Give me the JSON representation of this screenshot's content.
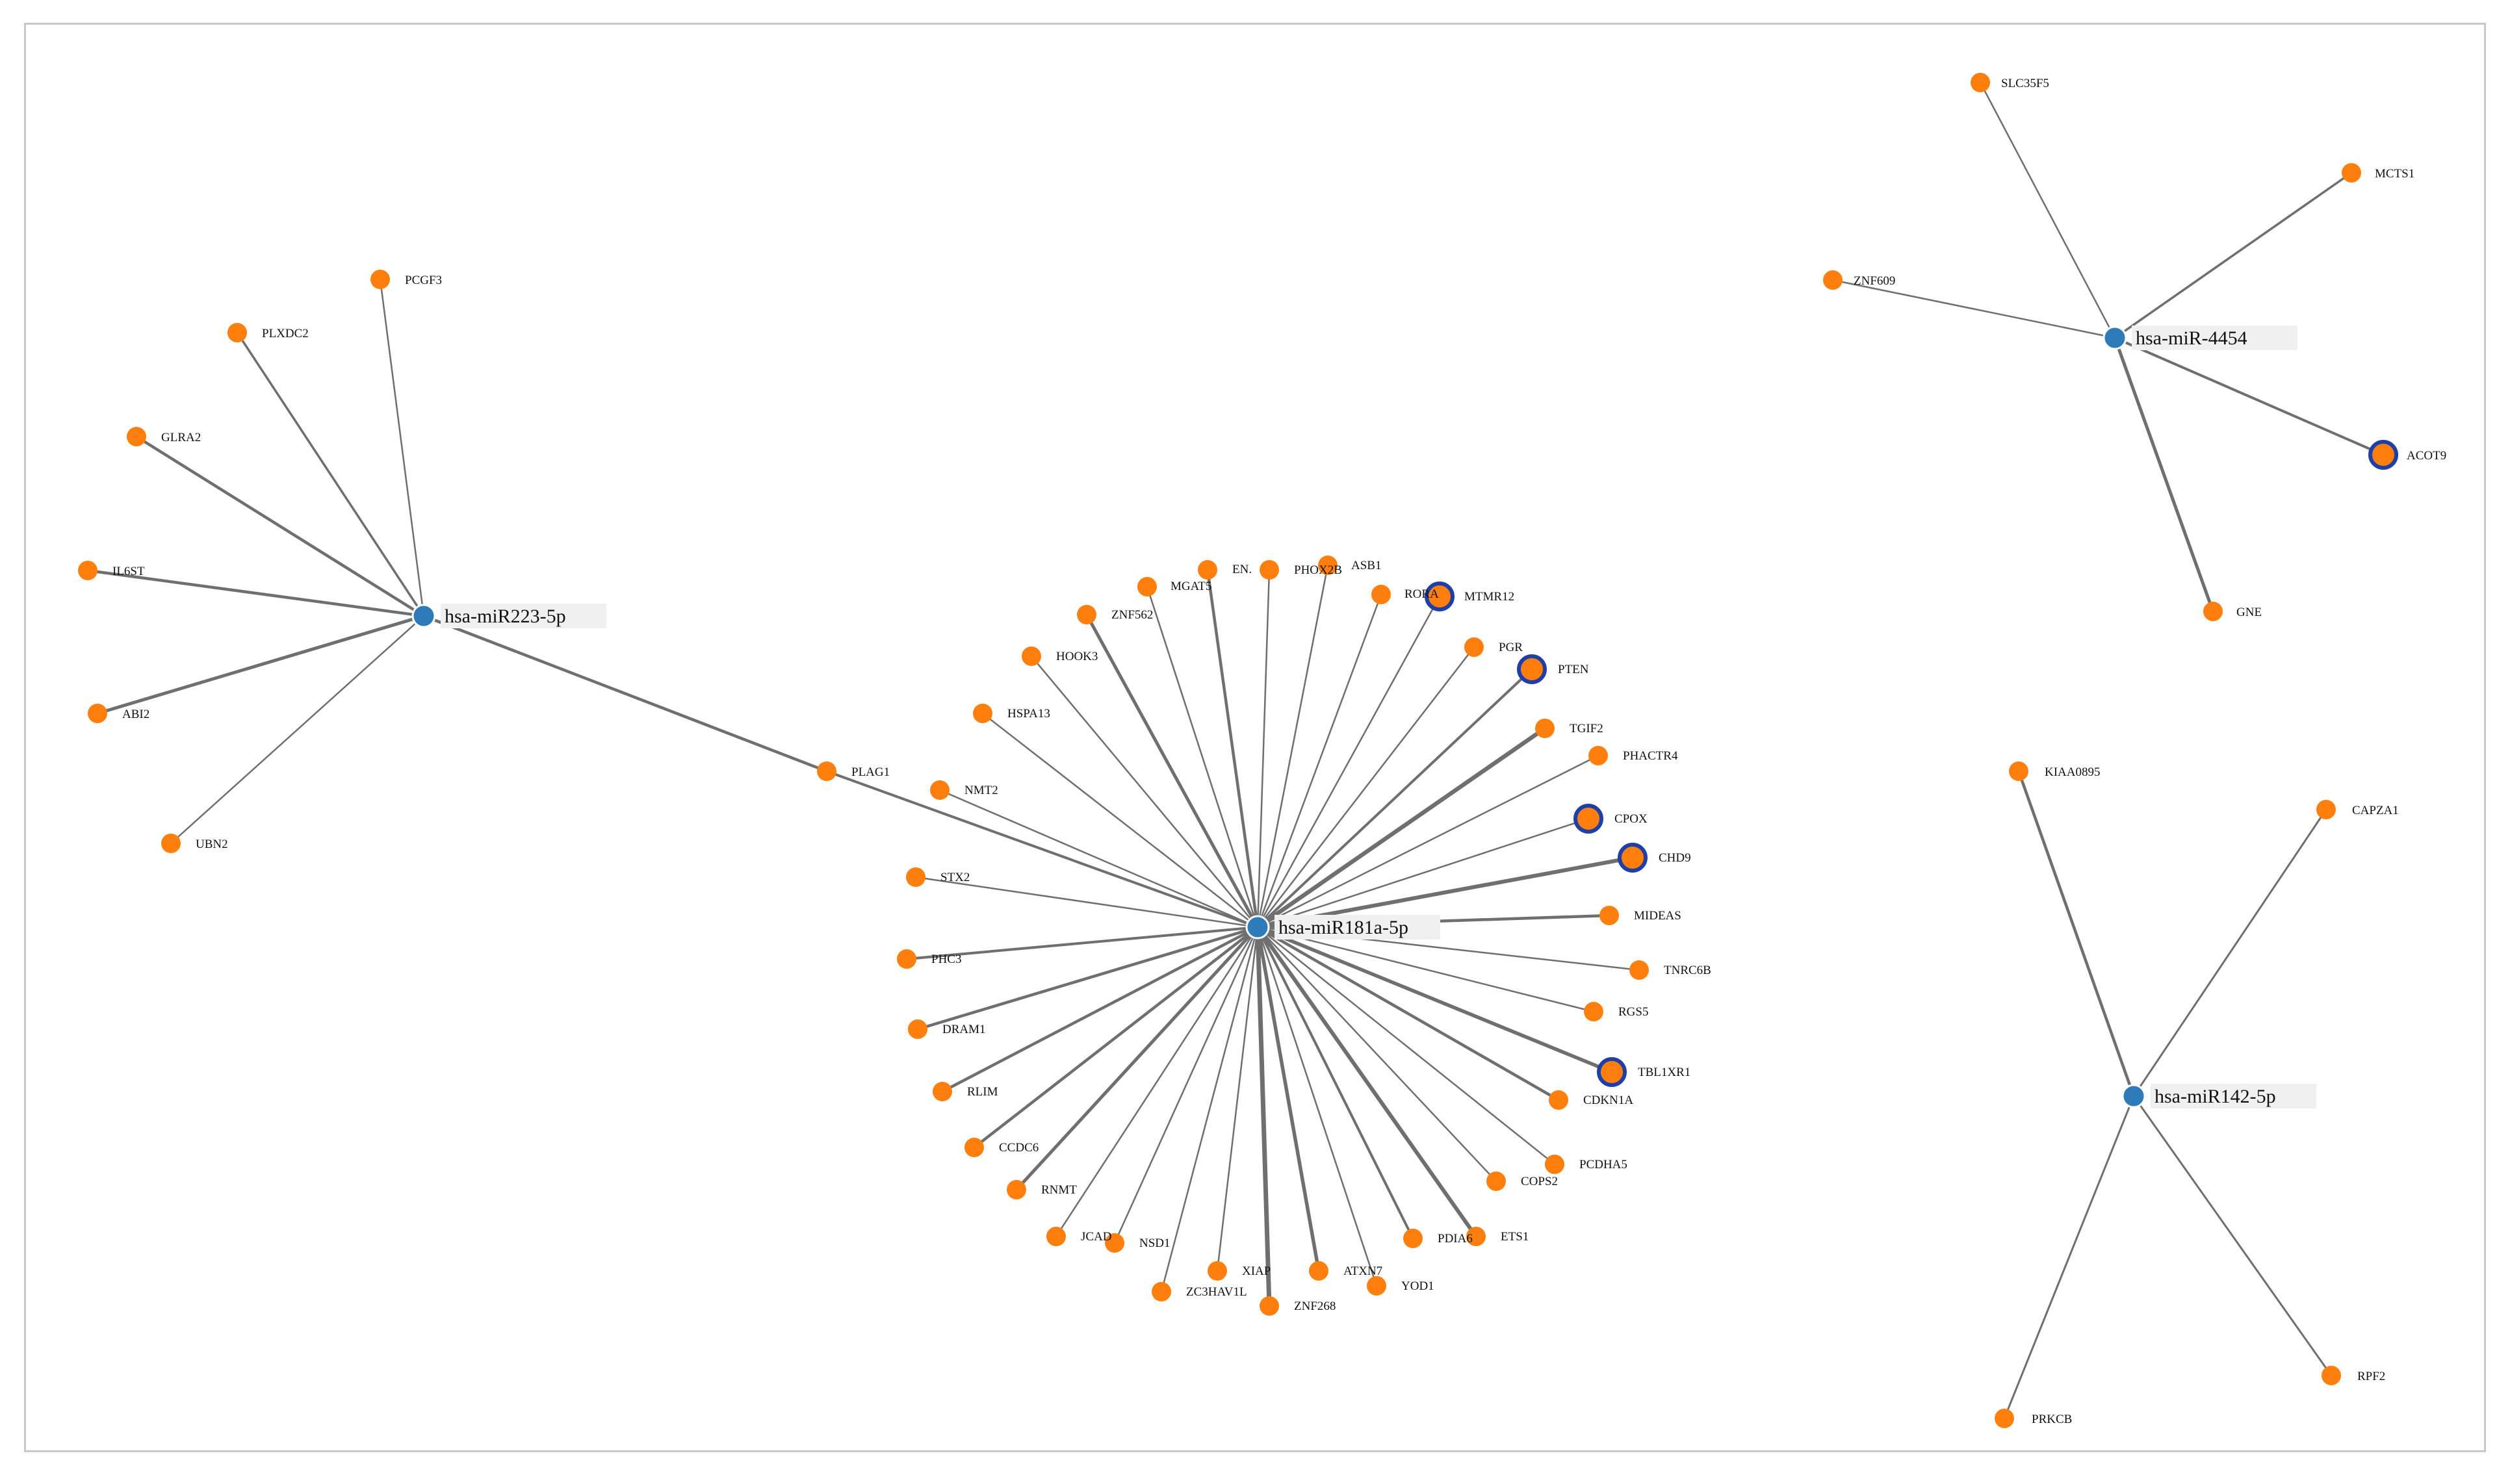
{
  "colors": {
    "mirna_node": "#2f7ab8",
    "gene_node": "#ff7f0e",
    "highlight_ring": "#1f3fa8",
    "edge": "#6f6f6f",
    "frame": "#c8c8c8"
  },
  "mirnas": [
    {
      "id": "m223",
      "label": "hsa-miR223-5p"
    },
    {
      "id": "m181",
      "label": "hsa-miR181a-5p"
    },
    {
      "id": "m4454",
      "label": "hsa-miR-4454"
    },
    {
      "id": "m142",
      "label": "hsa-miR142-5p"
    }
  ],
  "genes": [
    {
      "id": "PCGF3",
      "label": "PCGF3"
    },
    {
      "id": "PLXDC2",
      "label": "PLXDC2"
    },
    {
      "id": "GLRA2",
      "label": "GLRA2"
    },
    {
      "id": "IL6ST",
      "label": "IL6ST"
    },
    {
      "id": "ABI2",
      "label": "ABI2"
    },
    {
      "id": "UBN2",
      "label": "UBN2"
    },
    {
      "id": "PLAG1",
      "label": "PLAG1"
    },
    {
      "id": "SLC35F5",
      "label": "SLC35F5"
    },
    {
      "id": "MCTS1",
      "label": "MCTS1"
    },
    {
      "id": "ZNF609",
      "label": "ZNF609"
    },
    {
      "id": "ACOT9",
      "label": "ACOT9",
      "highlight": true
    },
    {
      "id": "GNE",
      "label": "GNE"
    },
    {
      "id": "KIAA0895",
      "label": "KIAA0895"
    },
    {
      "id": "CAPZA1",
      "label": "CAPZA1"
    },
    {
      "id": "RPF2",
      "label": "RPF2"
    },
    {
      "id": "PRKCB",
      "label": "PRKCB"
    },
    {
      "id": "MGAT5",
      "label": "MGAT5"
    },
    {
      "id": "EN",
      "label": "EN."
    },
    {
      "id": "PHOX2B",
      "label": "PHOX2B"
    },
    {
      "id": "ASB1",
      "label": "ASB1"
    },
    {
      "id": "RORA",
      "label": "RORA"
    },
    {
      "id": "MTMR12",
      "label": "MTMR12",
      "highlight": true
    },
    {
      "id": "ZNF562",
      "label": "ZNF562"
    },
    {
      "id": "HOOK3",
      "label": "HOOK3"
    },
    {
      "id": "PGR",
      "label": "PGR"
    },
    {
      "id": "PTEN",
      "label": "PTEN",
      "highlight": true
    },
    {
      "id": "HSPA13",
      "label": "HSPA13"
    },
    {
      "id": "TGIF2",
      "label": "TGIF2"
    },
    {
      "id": "PHACTR4",
      "label": "PHACTR4"
    },
    {
      "id": "NMT2",
      "label": "NMT2"
    },
    {
      "id": "CPOX",
      "label": "CPOX",
      "highlight": true
    },
    {
      "id": "CHD9",
      "label": "CHD9",
      "highlight": true
    },
    {
      "id": "STX2",
      "label": "STX2"
    },
    {
      "id": "MIDEAS",
      "label": "MIDEAS"
    },
    {
      "id": "PHC3",
      "label": "PHC3"
    },
    {
      "id": "TNRC6B",
      "label": "TNRC6B"
    },
    {
      "id": "RGS5",
      "label": "RGS5"
    },
    {
      "id": "DRAM1",
      "label": "DRAM1"
    },
    {
      "id": "TBL1XR1",
      "label": "TBL1XR1",
      "highlight": true
    },
    {
      "id": "RLIM",
      "label": "RLIM"
    },
    {
      "id": "CDKN1A",
      "label": "CDKN1A"
    },
    {
      "id": "CCDC6",
      "label": "CCDC6"
    },
    {
      "id": "PCDHA5",
      "label": "PCDHA5"
    },
    {
      "id": "RNMT",
      "label": "RNMT"
    },
    {
      "id": "COPS2",
      "label": "COPS2"
    },
    {
      "id": "JCAD",
      "label": "JCAD"
    },
    {
      "id": "NSD1",
      "label": "NSD1"
    },
    {
      "id": "ETS1",
      "label": "ETS1"
    },
    {
      "id": "PDIA6",
      "label": "PDIA6"
    },
    {
      "id": "XIAP",
      "label": "XIAP"
    },
    {
      "id": "ATXN7",
      "label": "ATXN7"
    },
    {
      "id": "YOD1",
      "label": "YOD1"
    },
    {
      "id": "ZC3HAV1L",
      "label": "ZC3HAV1L"
    },
    {
      "id": "ZNF268",
      "label": "ZNF268"
    }
  ],
  "edges": [
    {
      "source": "m223",
      "target": "PCGF3"
    },
    {
      "source": "m223",
      "target": "PLXDC2"
    },
    {
      "source": "m223",
      "target": "GLRA2"
    },
    {
      "source": "m223",
      "target": "IL6ST"
    },
    {
      "source": "m223",
      "target": "ABI2"
    },
    {
      "source": "m223",
      "target": "UBN2"
    },
    {
      "source": "m223",
      "target": "PLAG1"
    },
    {
      "source": "m181",
      "target": "PLAG1"
    },
    {
      "source": "m181",
      "target": "MGAT5"
    },
    {
      "source": "m181",
      "target": "EN"
    },
    {
      "source": "m181",
      "target": "PHOX2B"
    },
    {
      "source": "m181",
      "target": "ASB1"
    },
    {
      "source": "m181",
      "target": "RORA"
    },
    {
      "source": "m181",
      "target": "MTMR12"
    },
    {
      "source": "m181",
      "target": "ZNF562"
    },
    {
      "source": "m181",
      "target": "HOOK3"
    },
    {
      "source": "m181",
      "target": "PGR"
    },
    {
      "source": "m181",
      "target": "PTEN"
    },
    {
      "source": "m181",
      "target": "HSPA13"
    },
    {
      "source": "m181",
      "target": "TGIF2"
    },
    {
      "source": "m181",
      "target": "PHACTR4"
    },
    {
      "source": "m181",
      "target": "NMT2"
    },
    {
      "source": "m181",
      "target": "CPOX"
    },
    {
      "source": "m181",
      "target": "CHD9"
    },
    {
      "source": "m181",
      "target": "STX2"
    },
    {
      "source": "m181",
      "target": "MIDEAS"
    },
    {
      "source": "m181",
      "target": "PHC3"
    },
    {
      "source": "m181",
      "target": "TNRC6B"
    },
    {
      "source": "m181",
      "target": "RGS5"
    },
    {
      "source": "m181",
      "target": "DRAM1"
    },
    {
      "source": "m181",
      "target": "TBL1XR1"
    },
    {
      "source": "m181",
      "target": "RLIM"
    },
    {
      "source": "m181",
      "target": "CDKN1A"
    },
    {
      "source": "m181",
      "target": "CCDC6"
    },
    {
      "source": "m181",
      "target": "PCDHA5"
    },
    {
      "source": "m181",
      "target": "RNMT"
    },
    {
      "source": "m181",
      "target": "COPS2"
    },
    {
      "source": "m181",
      "target": "JCAD"
    },
    {
      "source": "m181",
      "target": "NSD1"
    },
    {
      "source": "m181",
      "target": "ETS1"
    },
    {
      "source": "m181",
      "target": "PDIA6"
    },
    {
      "source": "m181",
      "target": "XIAP"
    },
    {
      "source": "m181",
      "target": "ATXN7"
    },
    {
      "source": "m181",
      "target": "YOD1"
    },
    {
      "source": "m181",
      "target": "ZC3HAV1L"
    },
    {
      "source": "m181",
      "target": "ZNF268"
    },
    {
      "source": "m4454",
      "target": "SLC35F5"
    },
    {
      "source": "m4454",
      "target": "MCTS1"
    },
    {
      "source": "m4454",
      "target": "ZNF609"
    },
    {
      "source": "m4454",
      "target": "ACOT9"
    },
    {
      "source": "m4454",
      "target": "GNE"
    },
    {
      "source": "m142",
      "target": "KIAA0895"
    },
    {
      "source": "m142",
      "target": "CAPZA1"
    },
    {
      "source": "m142",
      "target": "RPF2"
    },
    {
      "source": "m142",
      "target": "PRKCB"
    }
  ]
}
